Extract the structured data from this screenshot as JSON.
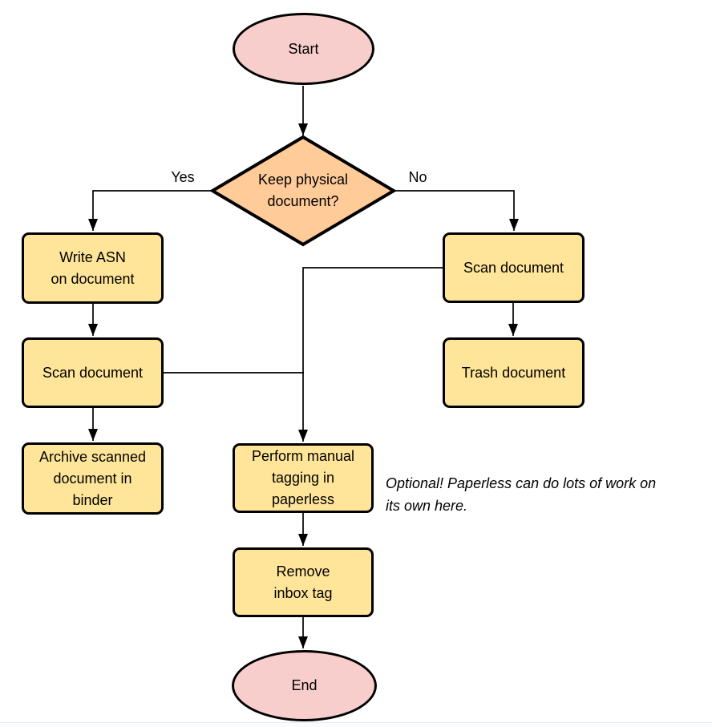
{
  "diagram": {
    "type": "flowchart",
    "nodes": {
      "start": {
        "label": "Start",
        "shape": "terminal-ellipse",
        "fill": "#F8CECC"
      },
      "decision": {
        "label": "Keep physical\ndocument?",
        "shape": "decision-diamond",
        "fill": "#FFCC99"
      },
      "write_asn": {
        "label": "Write ASN\non document",
        "shape": "process",
        "fill": "#FFE599"
      },
      "scan_left": {
        "label": "Scan document",
        "shape": "process",
        "fill": "#FFE599"
      },
      "archive": {
        "label": "Archive scanned\ndocument in\nbinder",
        "shape": "process",
        "fill": "#FFE599"
      },
      "scan_right": {
        "label": "Scan document",
        "shape": "process",
        "fill": "#FFE599"
      },
      "trash": {
        "label": "Trash document",
        "shape": "process",
        "fill": "#FFE599"
      },
      "tagging": {
        "label": "Perform manual\ntagging in\npaperless",
        "shape": "process",
        "fill": "#FFE599"
      },
      "remove_inbox": {
        "label": "Remove\ninbox tag",
        "shape": "process",
        "fill": "#FFE599"
      },
      "end": {
        "label": "End",
        "shape": "terminal-ellipse",
        "fill": "#F8CECC"
      }
    },
    "edge_labels": {
      "yes": "Yes",
      "no": "No"
    },
    "annotation": {
      "text": "Optional! Paperless can do lots of work on\nits own here."
    },
    "colors": {
      "stroke": "#000000",
      "text": "#000000",
      "terminal_fill": "#F8CECC",
      "decision_fill": "#FFCC99",
      "process_fill": "#FFE599"
    }
  }
}
